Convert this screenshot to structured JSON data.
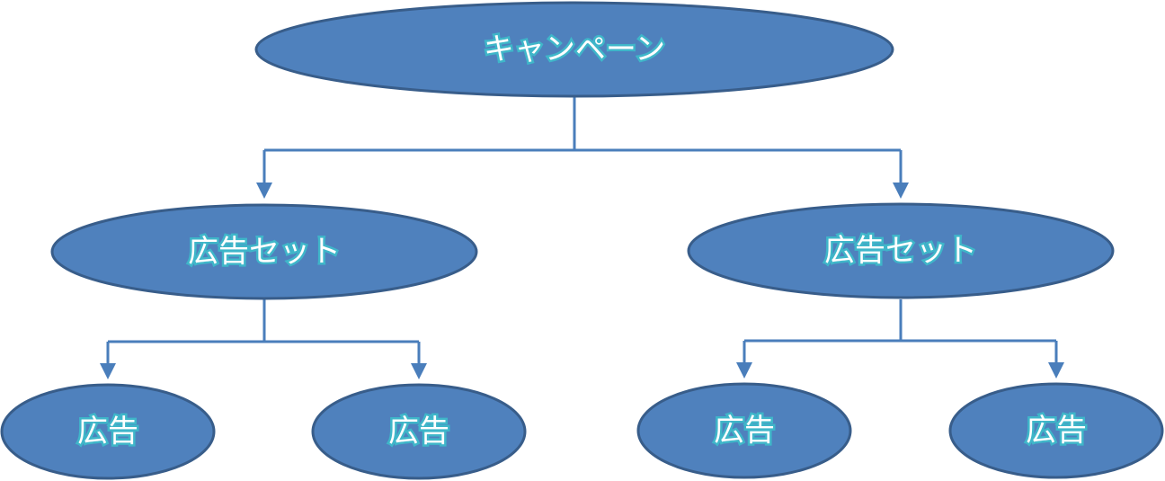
{
  "diagram": {
    "colors": {
      "node_fill": "#4f81bd",
      "node_stroke": "#385d8a",
      "connector": "#4a7ebb",
      "text_glow": "#3fb6c9"
    },
    "root": {
      "label": "キャンペーン"
    },
    "ad_sets": [
      {
        "label": "広告セット",
        "ads": [
          {
            "label": "広告"
          },
          {
            "label": "広告"
          }
        ]
      },
      {
        "label": "広告セット",
        "ads": [
          {
            "label": "広告"
          },
          {
            "label": "広告"
          }
        ]
      }
    ]
  }
}
